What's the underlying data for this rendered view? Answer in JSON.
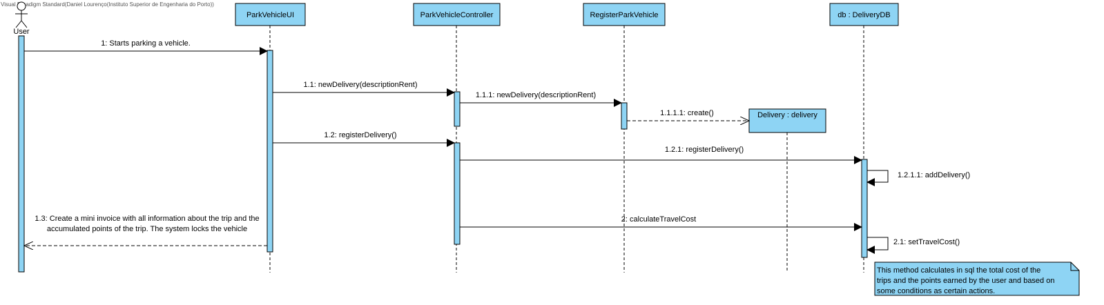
{
  "watermark": "Visual Paradigm Standard(Daniel Lourenço(Instituto Superior de Engenharia do Porto))",
  "colors": {
    "fill": "#8ed4f4",
    "stroke": "#000000",
    "background": "#ffffff"
  },
  "actor": {
    "name": "User"
  },
  "lifelines": {
    "ui": "ParkVehicleUI",
    "controller": "ParkVehicleController",
    "register": "RegisterParkVehicle",
    "db": "db : DeliveryDB",
    "delivery": "Delivery : delivery"
  },
  "messages": {
    "m1": "1: Starts parking a vehicle.",
    "m11": "1.1: newDelivery(descriptionRent)",
    "m111": "1.1.1: newDelivery(descriptionRent)",
    "m1111": "1.1.1.1: create()",
    "m12": "1.2: registerDelivery()",
    "m121": "1.2.1: registerDelivery()",
    "m1211": "1.2.1.1: addDelivery()",
    "m13_line1": "1.3: Create a mini invoice with all information about the trip and the",
    "m13_line2": "accumulated points of the trip. The system locks the vehicle",
    "m2": "2: calculateTravelCost",
    "m21": "2.1: setTravelCost()"
  },
  "note": {
    "line1": "This method calculates in sql the total cost of the",
    "line2": "trips and the points earned by the user and based on",
    "line3": "some conditions as certain actions."
  }
}
